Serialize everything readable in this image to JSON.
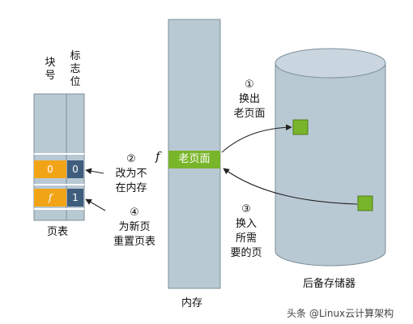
{
  "page_table": {
    "col_block": "块号",
    "col_flag": "标志位",
    "row0_block": "0",
    "row0_flag": "0",
    "row1_block": "f",
    "row1_flag": "1",
    "caption": "页表"
  },
  "memory": {
    "page_label": "老页面",
    "offset_label": "f",
    "caption": "内存"
  },
  "storage": {
    "caption": "后备存储器"
  },
  "steps": {
    "s1": "①\n换出\n老页面",
    "s2": "②\n改为不\n在内存",
    "s3": "③\n换入\n所需\n要的页",
    "s4": "④\n为新页\n重置页表"
  },
  "watermark": "头条 @Linux云计算架构",
  "colors": {
    "column": "#b9c9d4",
    "column_stroke": "#7f8f99",
    "orange": "#f2a417",
    "slate": "#3f5d7d",
    "green": "#79b52a",
    "arrow": "#222222"
  }
}
